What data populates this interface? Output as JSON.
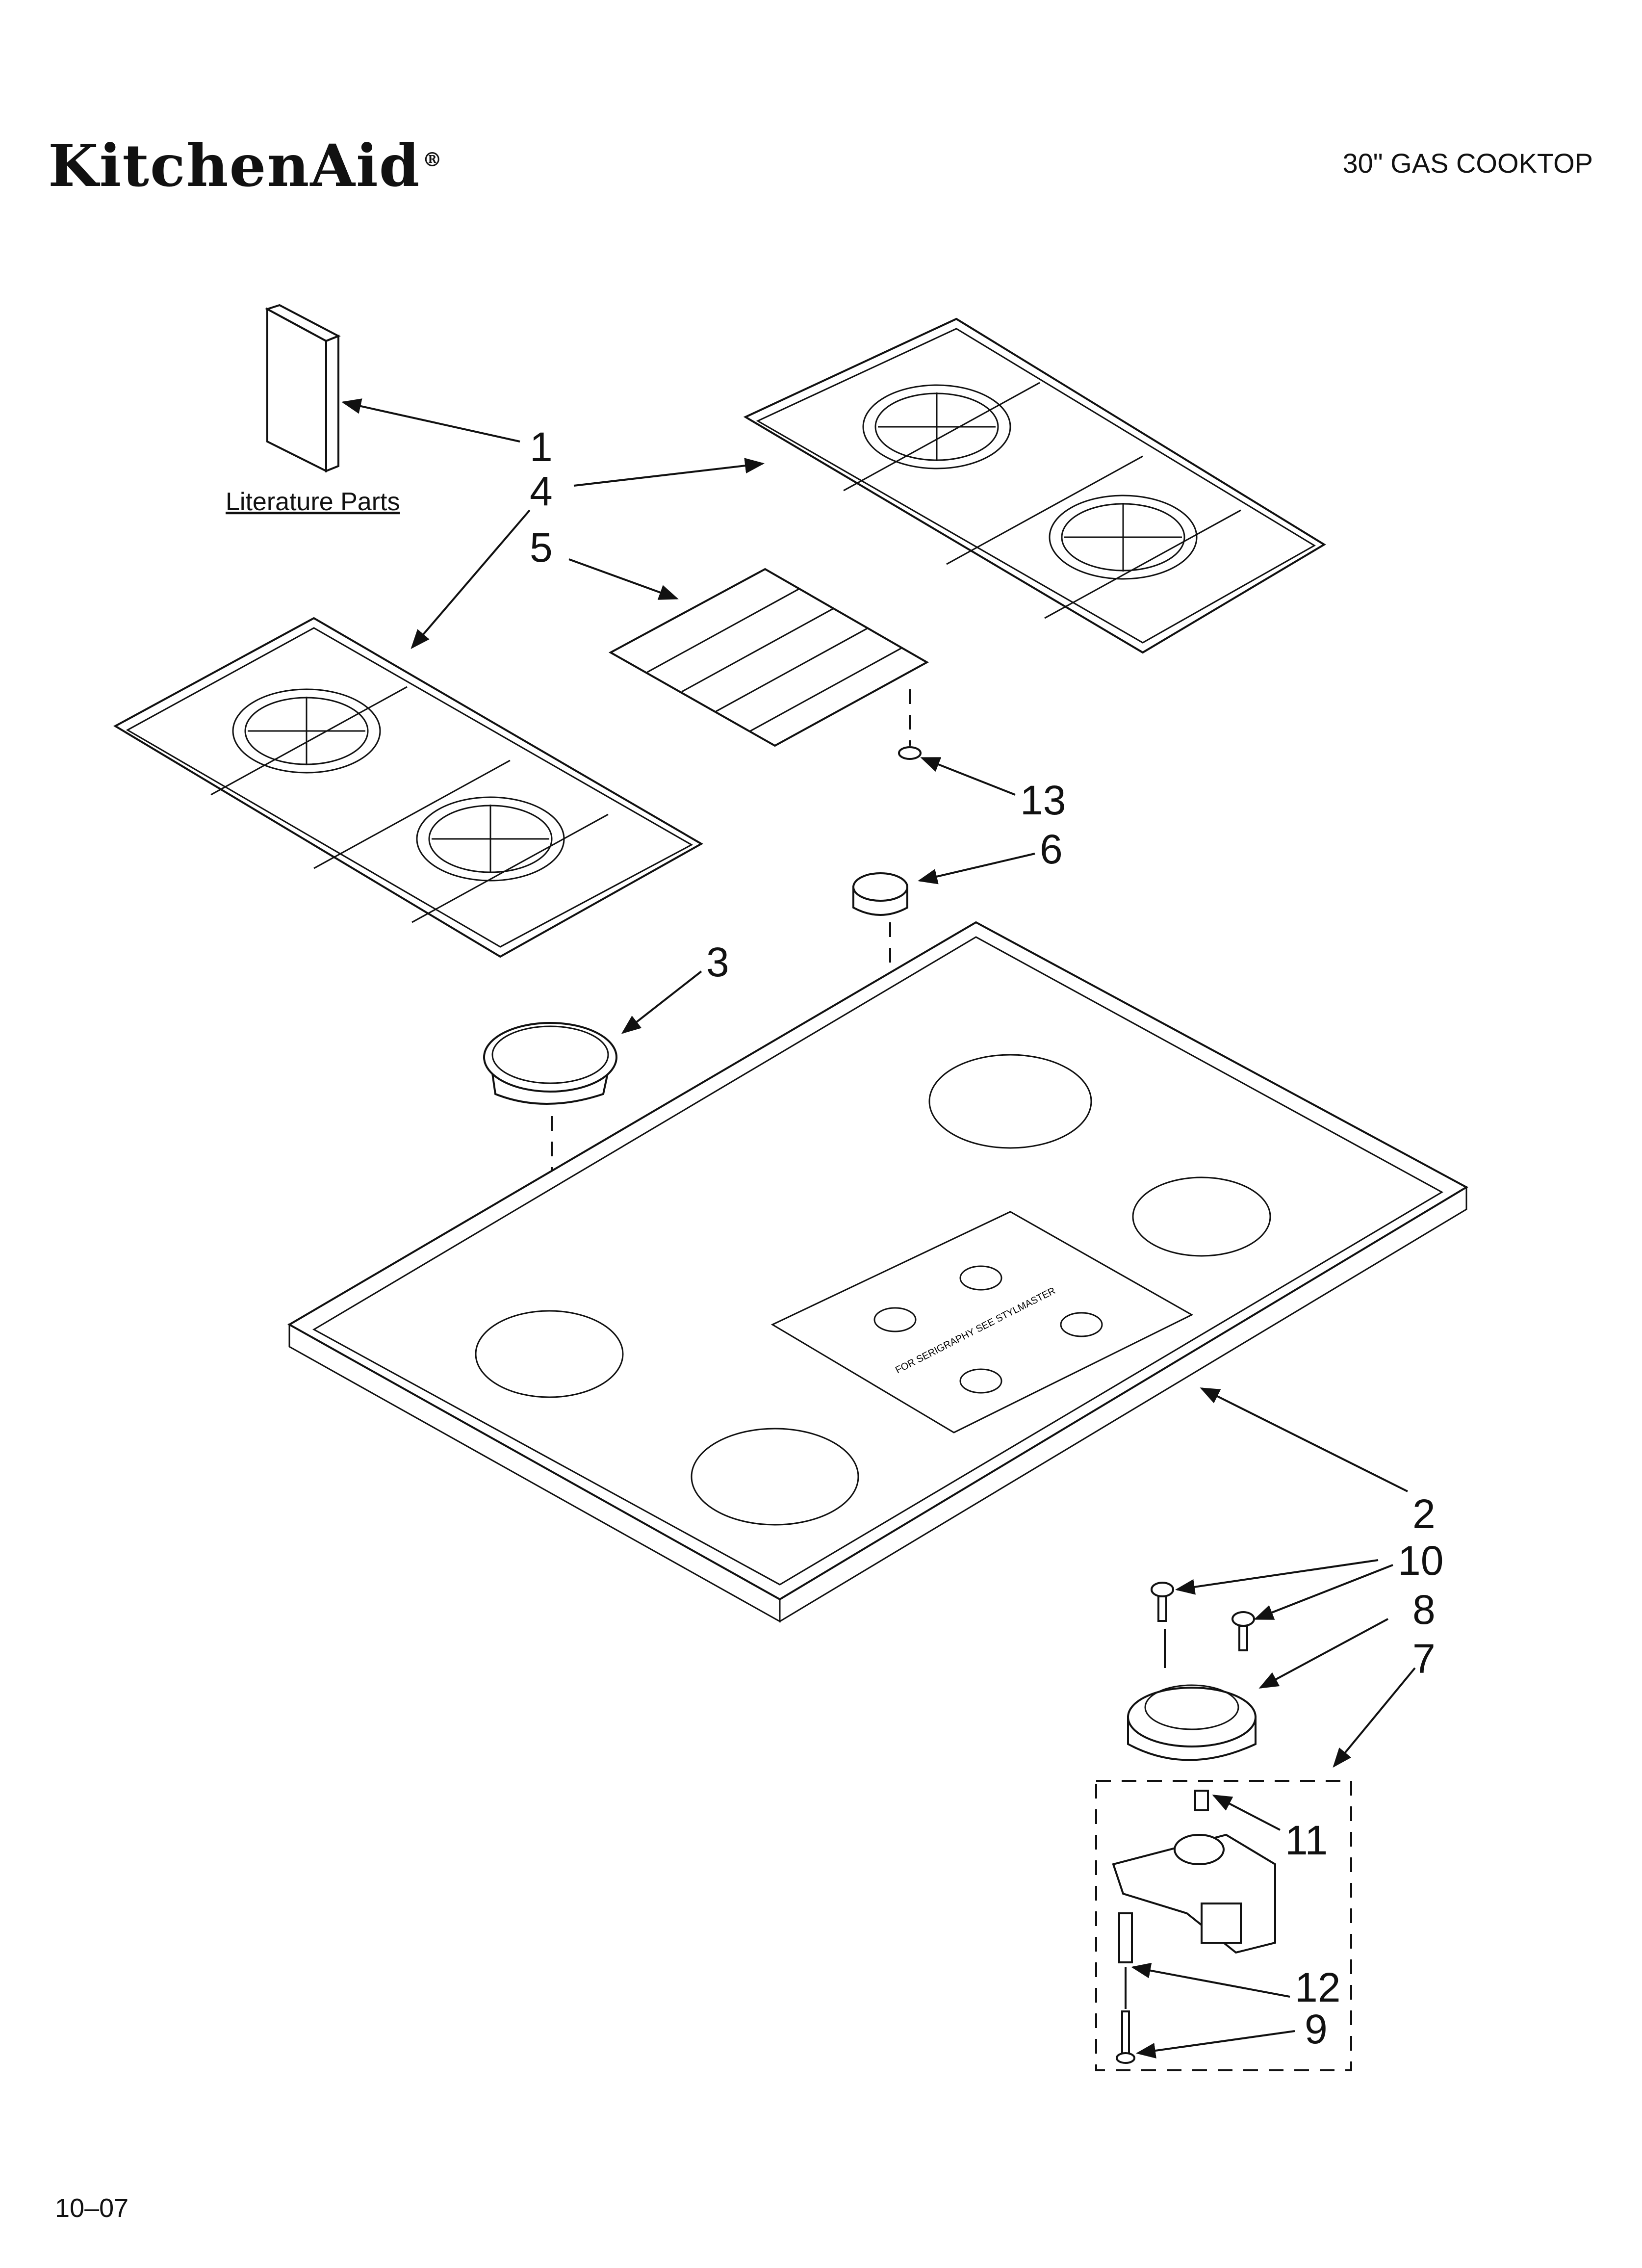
{
  "header": {
    "brand_logo": "KitchenAid",
    "model_title": "30\" GAS COOKTOP"
  },
  "footer": {
    "date_code": "10–07"
  },
  "literature_label": "Literature Parts",
  "callouts": [
    "1",
    "4",
    "5",
    "13",
    "6",
    "3",
    "2",
    "10",
    "8",
    "7",
    "11",
    "12",
    "9"
  ],
  "panel_text": "FOR SERIGRAPHY SEE STYLMASTER"
}
